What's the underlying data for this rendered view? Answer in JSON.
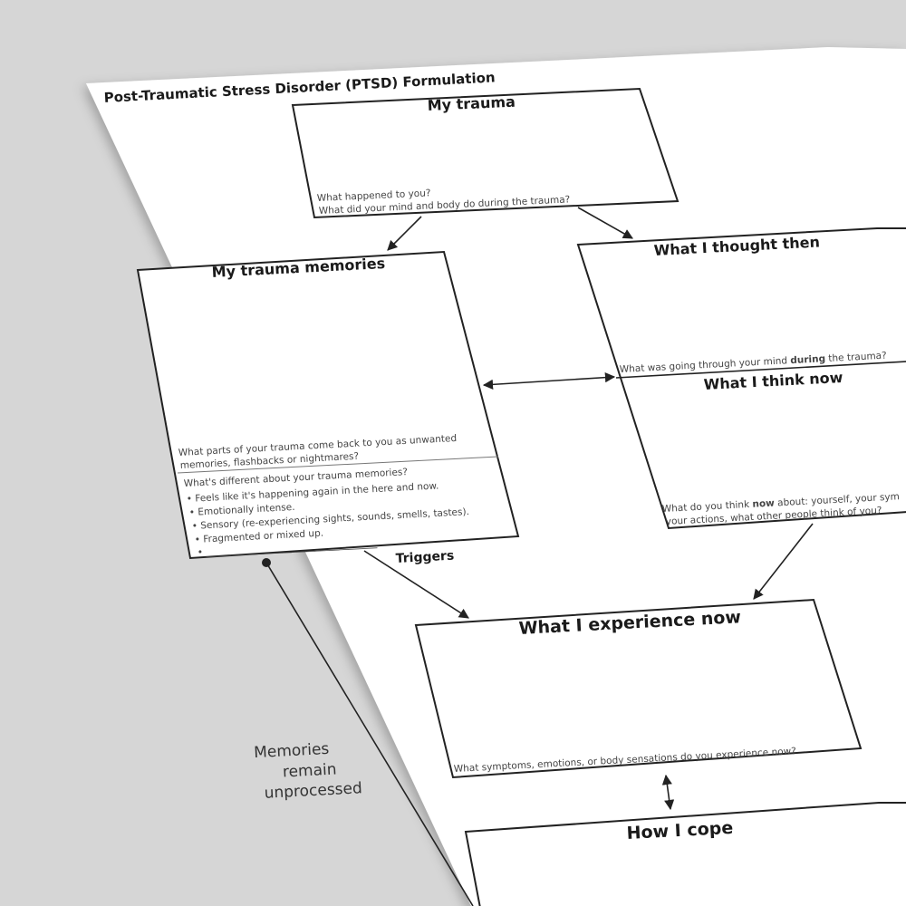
{
  "worksheet": {
    "title": "Post-Traumatic Stress Disorder (PTSD) Formulation",
    "my_trauma": {
      "heading": "My trauma",
      "prompt_1": "What happened to you?",
      "prompt_2": "What did your mind and body do during the trauma?"
    },
    "trauma_memories": {
      "heading": "My trauma memories",
      "prompt_1": "What parts of your trauma come back to you as unwanted",
      "prompt_2": "memories, flashbacks or nightmares?",
      "diff_question": "What's different about your trauma memories?",
      "bullets": [
        "• Feels like it's happening again in the here and now.",
        "• Emotionally intense.",
        "• Sensory (re-experiencing sights, sounds, smells, tastes).",
        "• Fragmented or mixed up.",
        "• ____________________________________"
      ]
    },
    "thought_then": {
      "heading": "What I thought then",
      "prompt_pre": "What was going through your mind ",
      "prompt_bold": "during",
      "prompt_post": " the trauma?"
    },
    "think_now": {
      "heading": "What I think now",
      "prompt_1_pre": "What do you think ",
      "prompt_1_bold": "now",
      "prompt_1_post": " about: yourself, your sym",
      "prompt_2": "your actions, what other people think of you?"
    },
    "triggers_label": "Triggers",
    "experience_now": {
      "heading": "What I experience now",
      "prompt": "What symptoms, emotions, or body sensations do you experience now?"
    },
    "how_i_cope": {
      "heading": "How I cope"
    },
    "side_label": [
      "Memories",
      "remain",
      "unprocessed"
    ]
  }
}
